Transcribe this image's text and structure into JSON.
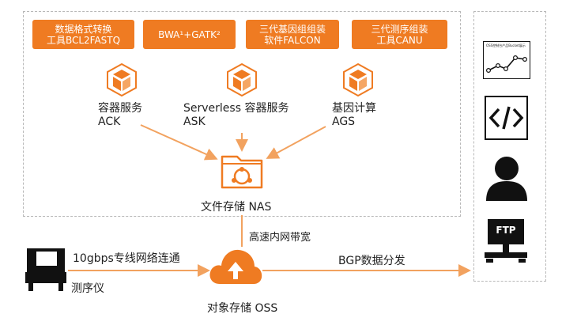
{
  "colors": {
    "accent": "#ef7b22",
    "arrow": "#f2a25f",
    "dark": "#111111",
    "border": "#b8b8b8"
  },
  "tools": [
    {
      "label": "数据格式转换\n工具BCL2FASTQ"
    },
    {
      "label": "BWA¹+GATK²"
    },
    {
      "label": "三代基因组组装\n软件FALCON"
    },
    {
      "label": "三代测序组装\n工具CANU"
    }
  ],
  "services": [
    {
      "label": "容器服务\nACK",
      "icon": "container-cube-icon"
    },
    {
      "label": "Serverless 容器服务\nASK",
      "icon": "container-cube-icon"
    },
    {
      "label": "基因计算\nAGS",
      "icon": "container-cube-icon"
    }
  ],
  "nas": {
    "label": "文件存储 NAS",
    "icon": "folder-share-icon"
  },
  "oss": {
    "label": "对象存储 OSS",
    "icon": "cloud-upload-icon"
  },
  "links": {
    "nas_oss": "高速内网带宽",
    "sequencer_oss": "10gbps专线网络连通",
    "oss_out": "BGP数据分发"
  },
  "sequencer": {
    "label": "测序仪",
    "icon": "sequencer-machine-icon"
  },
  "right_icons": [
    {
      "name": "chart-window-icon",
      "caption": "OSS控制台产品Bucket展示"
    },
    {
      "name": "code-icon"
    },
    {
      "name": "user-icon"
    },
    {
      "name": "ftp-server-icon",
      "label": "FTP"
    }
  ]
}
